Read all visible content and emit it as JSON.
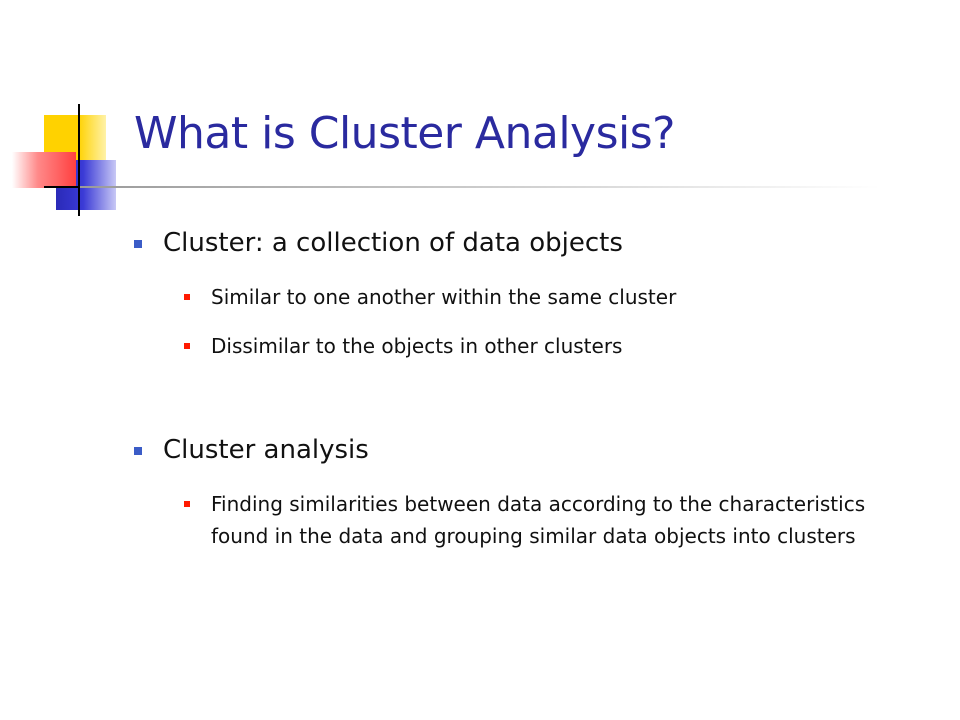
{
  "slide": {
    "title": "What is Cluster Analysis?",
    "sections": [
      {
        "text": "Cluster: a collection of data objects",
        "subitems": [
          "Similar to one another within the same cluster",
          "Dissimilar to the objects in other clusters"
        ]
      },
      {
        "text": "Cluster analysis",
        "subitems": [
          "Finding similarities between data according to the characteristics found in the data and grouping similar data objects into clusters"
        ]
      }
    ]
  },
  "colors": {
    "title": "#2a2a9f",
    "level1_bullet": "#3b5cc7",
    "level2_bullet": "#ff1a00",
    "text": "#111111",
    "logo_yellow": "#ffd200",
    "logo_blue": "#2a2ab8",
    "logo_red": "#ff4040"
  },
  "icons": {
    "logo": "color-blocks-logo",
    "level1_bullet": "square-bullet-blue",
    "level2_bullet": "square-bullet-red"
  }
}
